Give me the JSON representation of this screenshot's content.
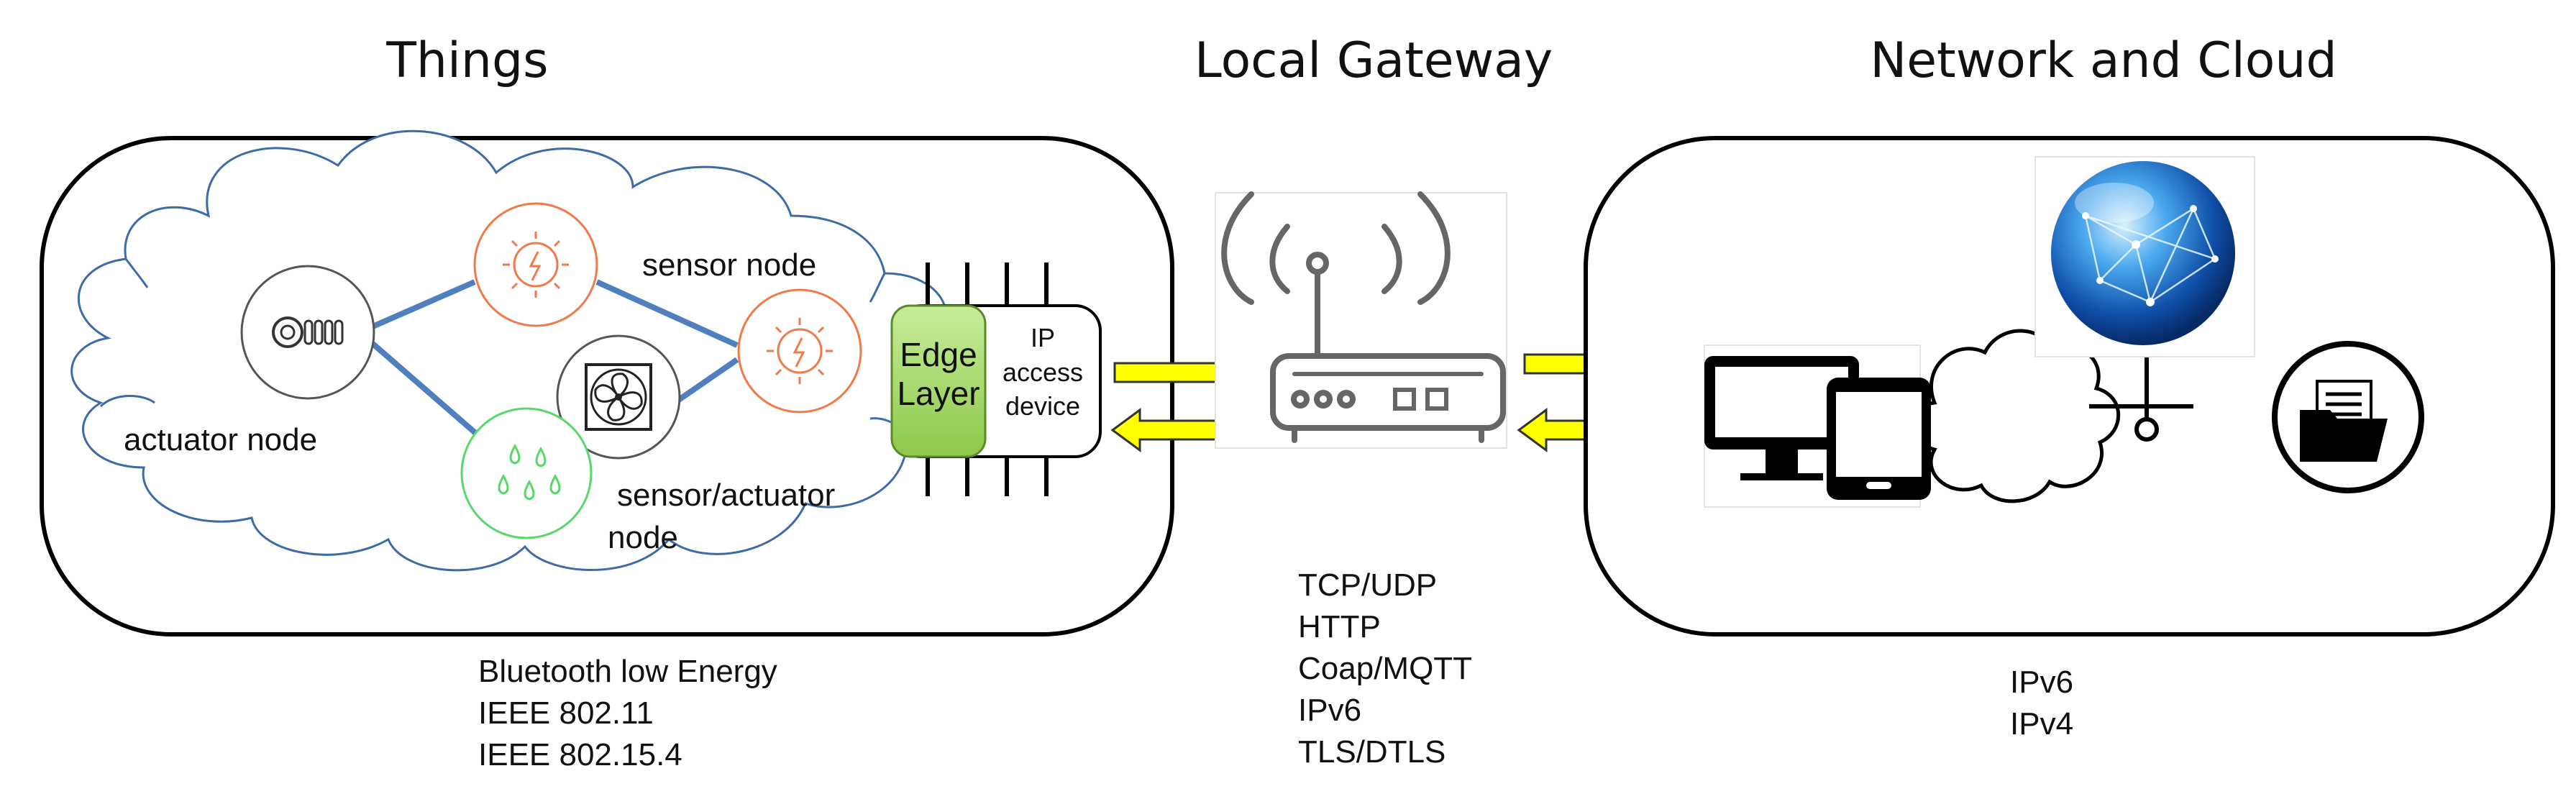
{
  "titles": {
    "things": "Things",
    "gateway": "Local Gateway",
    "cloud": "Network and Cloud"
  },
  "things": {
    "actuator_node": "actuator node",
    "sensor_node": "sensor node",
    "sensor_actuator_node_line1": "sensor/actuator",
    "sensor_actuator_node_line2": "node",
    "edge_layer_line1": "Edge",
    "edge_layer_line2": "Layer",
    "ip_access_line1": "IP",
    "ip_access_line2": "access",
    "ip_access_line3": "device"
  },
  "protocols": {
    "things": [
      "Bluetooth low Energy",
      "IEEE 802.11",
      "IEEE 802.15.4"
    ],
    "gateway": [
      "TCP/UDP",
      "HTTP",
      "Coap/MQTT",
      "IPv6",
      "TLS/DTLS"
    ],
    "cloud": [
      "IPv6",
      "IPv4"
    ]
  },
  "icons": {
    "thermostat": "thermostat-icon",
    "sun_sensor_1": "sun-sensor-icon",
    "sun_sensor_2": "sun-sensor-icon",
    "fan": "fan-icon",
    "water": "water-drops-icon",
    "router": "wifi-router-icon",
    "monitor": "monitor-icon",
    "tablet": "tablet-icon",
    "globe": "globe-icon",
    "folder": "folder-icon"
  },
  "colors": {
    "edge_layer": "#a6d86a",
    "arrow_fill": "#ffff00",
    "link_blue": "#4f7fbf",
    "sun_orange": "#f07a4a",
    "water_green": "#58d868",
    "cloud_outline": "#3d6aa8"
  }
}
